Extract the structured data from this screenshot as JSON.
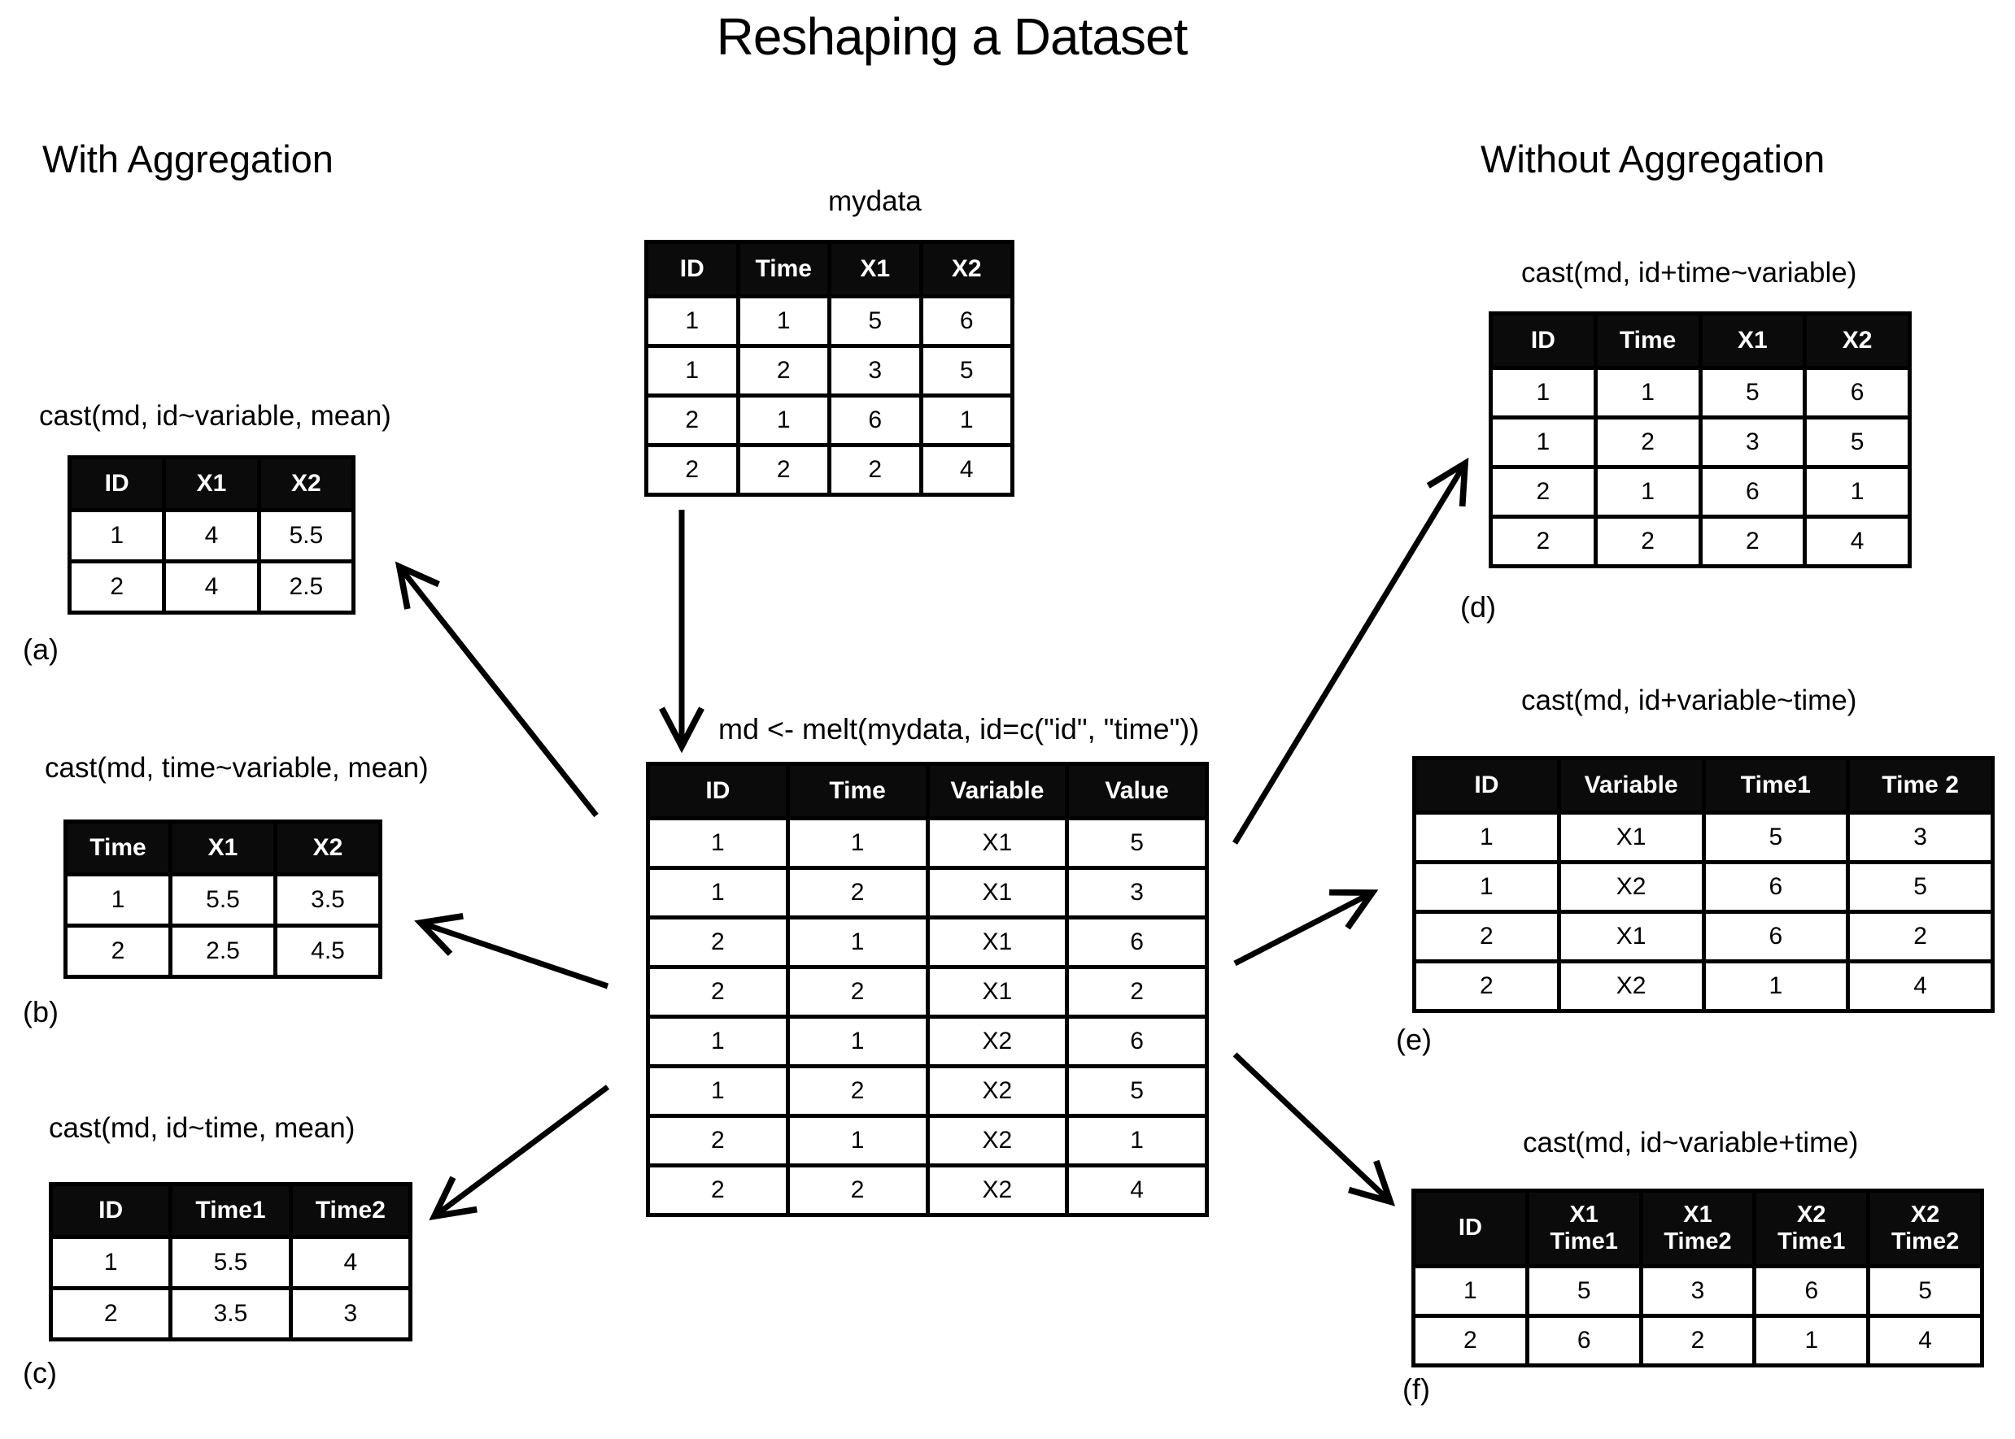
{
  "title": "Reshaping a Dataset",
  "sections": {
    "left_heading": "With Aggregation",
    "right_heading": "Without Aggregation"
  },
  "colors": {
    "table_header_bg": "#0b0b0b",
    "table_header_text": "#ffffff",
    "line_color": "#000000",
    "background": "#ffffff"
  },
  "tables": {
    "mydata": {
      "label": "mydata",
      "headers": [
        "ID",
        "Time",
        "X1",
        "X2"
      ],
      "rows": [
        [
          "1",
          "1",
          "5",
          "6"
        ],
        [
          "1",
          "2",
          "3",
          "5"
        ],
        [
          "2",
          "1",
          "6",
          "1"
        ],
        [
          "2",
          "2",
          "2",
          "4"
        ]
      ]
    },
    "melt": {
      "caption": "md <- melt(mydata, id=c(\"id\", \"time\"))",
      "headers": [
        "ID",
        "Time",
        "Variable",
        "Value"
      ],
      "rows": [
        [
          "1",
          "1",
          "X1",
          "5"
        ],
        [
          "1",
          "2",
          "X1",
          "3"
        ],
        [
          "2",
          "1",
          "X1",
          "6"
        ],
        [
          "2",
          "2",
          "X1",
          "2"
        ],
        [
          "1",
          "1",
          "X2",
          "6"
        ],
        [
          "1",
          "2",
          "X2",
          "5"
        ],
        [
          "2",
          "1",
          "X2",
          "1"
        ],
        [
          "2",
          "2",
          "X2",
          "4"
        ]
      ]
    },
    "a": {
      "caption": "cast(md, id~variable, mean)",
      "label": "(a)",
      "headers": [
        "ID",
        "X1",
        "X2"
      ],
      "rows": [
        [
          "1",
          "4",
          "5.5"
        ],
        [
          "2",
          "4",
          "2.5"
        ]
      ]
    },
    "b": {
      "caption": "cast(md, time~variable, mean)",
      "label": "(b)",
      "headers": [
        "Time",
        "X1",
        "X2"
      ],
      "rows": [
        [
          "1",
          "5.5",
          "3.5"
        ],
        [
          "2",
          "2.5",
          "4.5"
        ]
      ]
    },
    "c": {
      "caption": "cast(md, id~time, mean)",
      "label": "(c)",
      "headers": [
        "ID",
        "Time1",
        "Time2"
      ],
      "rows": [
        [
          "1",
          "5.5",
          "4"
        ],
        [
          "2",
          "3.5",
          "3"
        ]
      ]
    },
    "d": {
      "caption": "cast(md, id+time~variable)",
      "label": "(d)",
      "headers": [
        "ID",
        "Time",
        "X1",
        "X2"
      ],
      "rows": [
        [
          "1",
          "1",
          "5",
          "6"
        ],
        [
          "1",
          "2",
          "3",
          "5"
        ],
        [
          "2",
          "1",
          "6",
          "1"
        ],
        [
          "2",
          "2",
          "2",
          "4"
        ]
      ]
    },
    "e": {
      "caption": "cast(md, id+variable~time)",
      "label": "(e)",
      "headers": [
        "ID",
        "Variable",
        "Time1",
        "Time 2"
      ],
      "rows": [
        [
          "1",
          "X1",
          "5",
          "3"
        ],
        [
          "1",
          "X2",
          "6",
          "5"
        ],
        [
          "2",
          "X1",
          "6",
          "2"
        ],
        [
          "2",
          "X2",
          "1",
          "4"
        ]
      ]
    },
    "f": {
      "caption": "cast(md, id~variable+time)",
      "label": "(f)",
      "headers": [
        "ID",
        "X1\nTime1",
        "X1\nTime2",
        "X2\nTime1",
        "X2\nTime2"
      ],
      "rows": [
        [
          "1",
          "5",
          "3",
          "6",
          "5"
        ],
        [
          "2",
          "6",
          "2",
          "1",
          "4"
        ]
      ]
    }
  }
}
